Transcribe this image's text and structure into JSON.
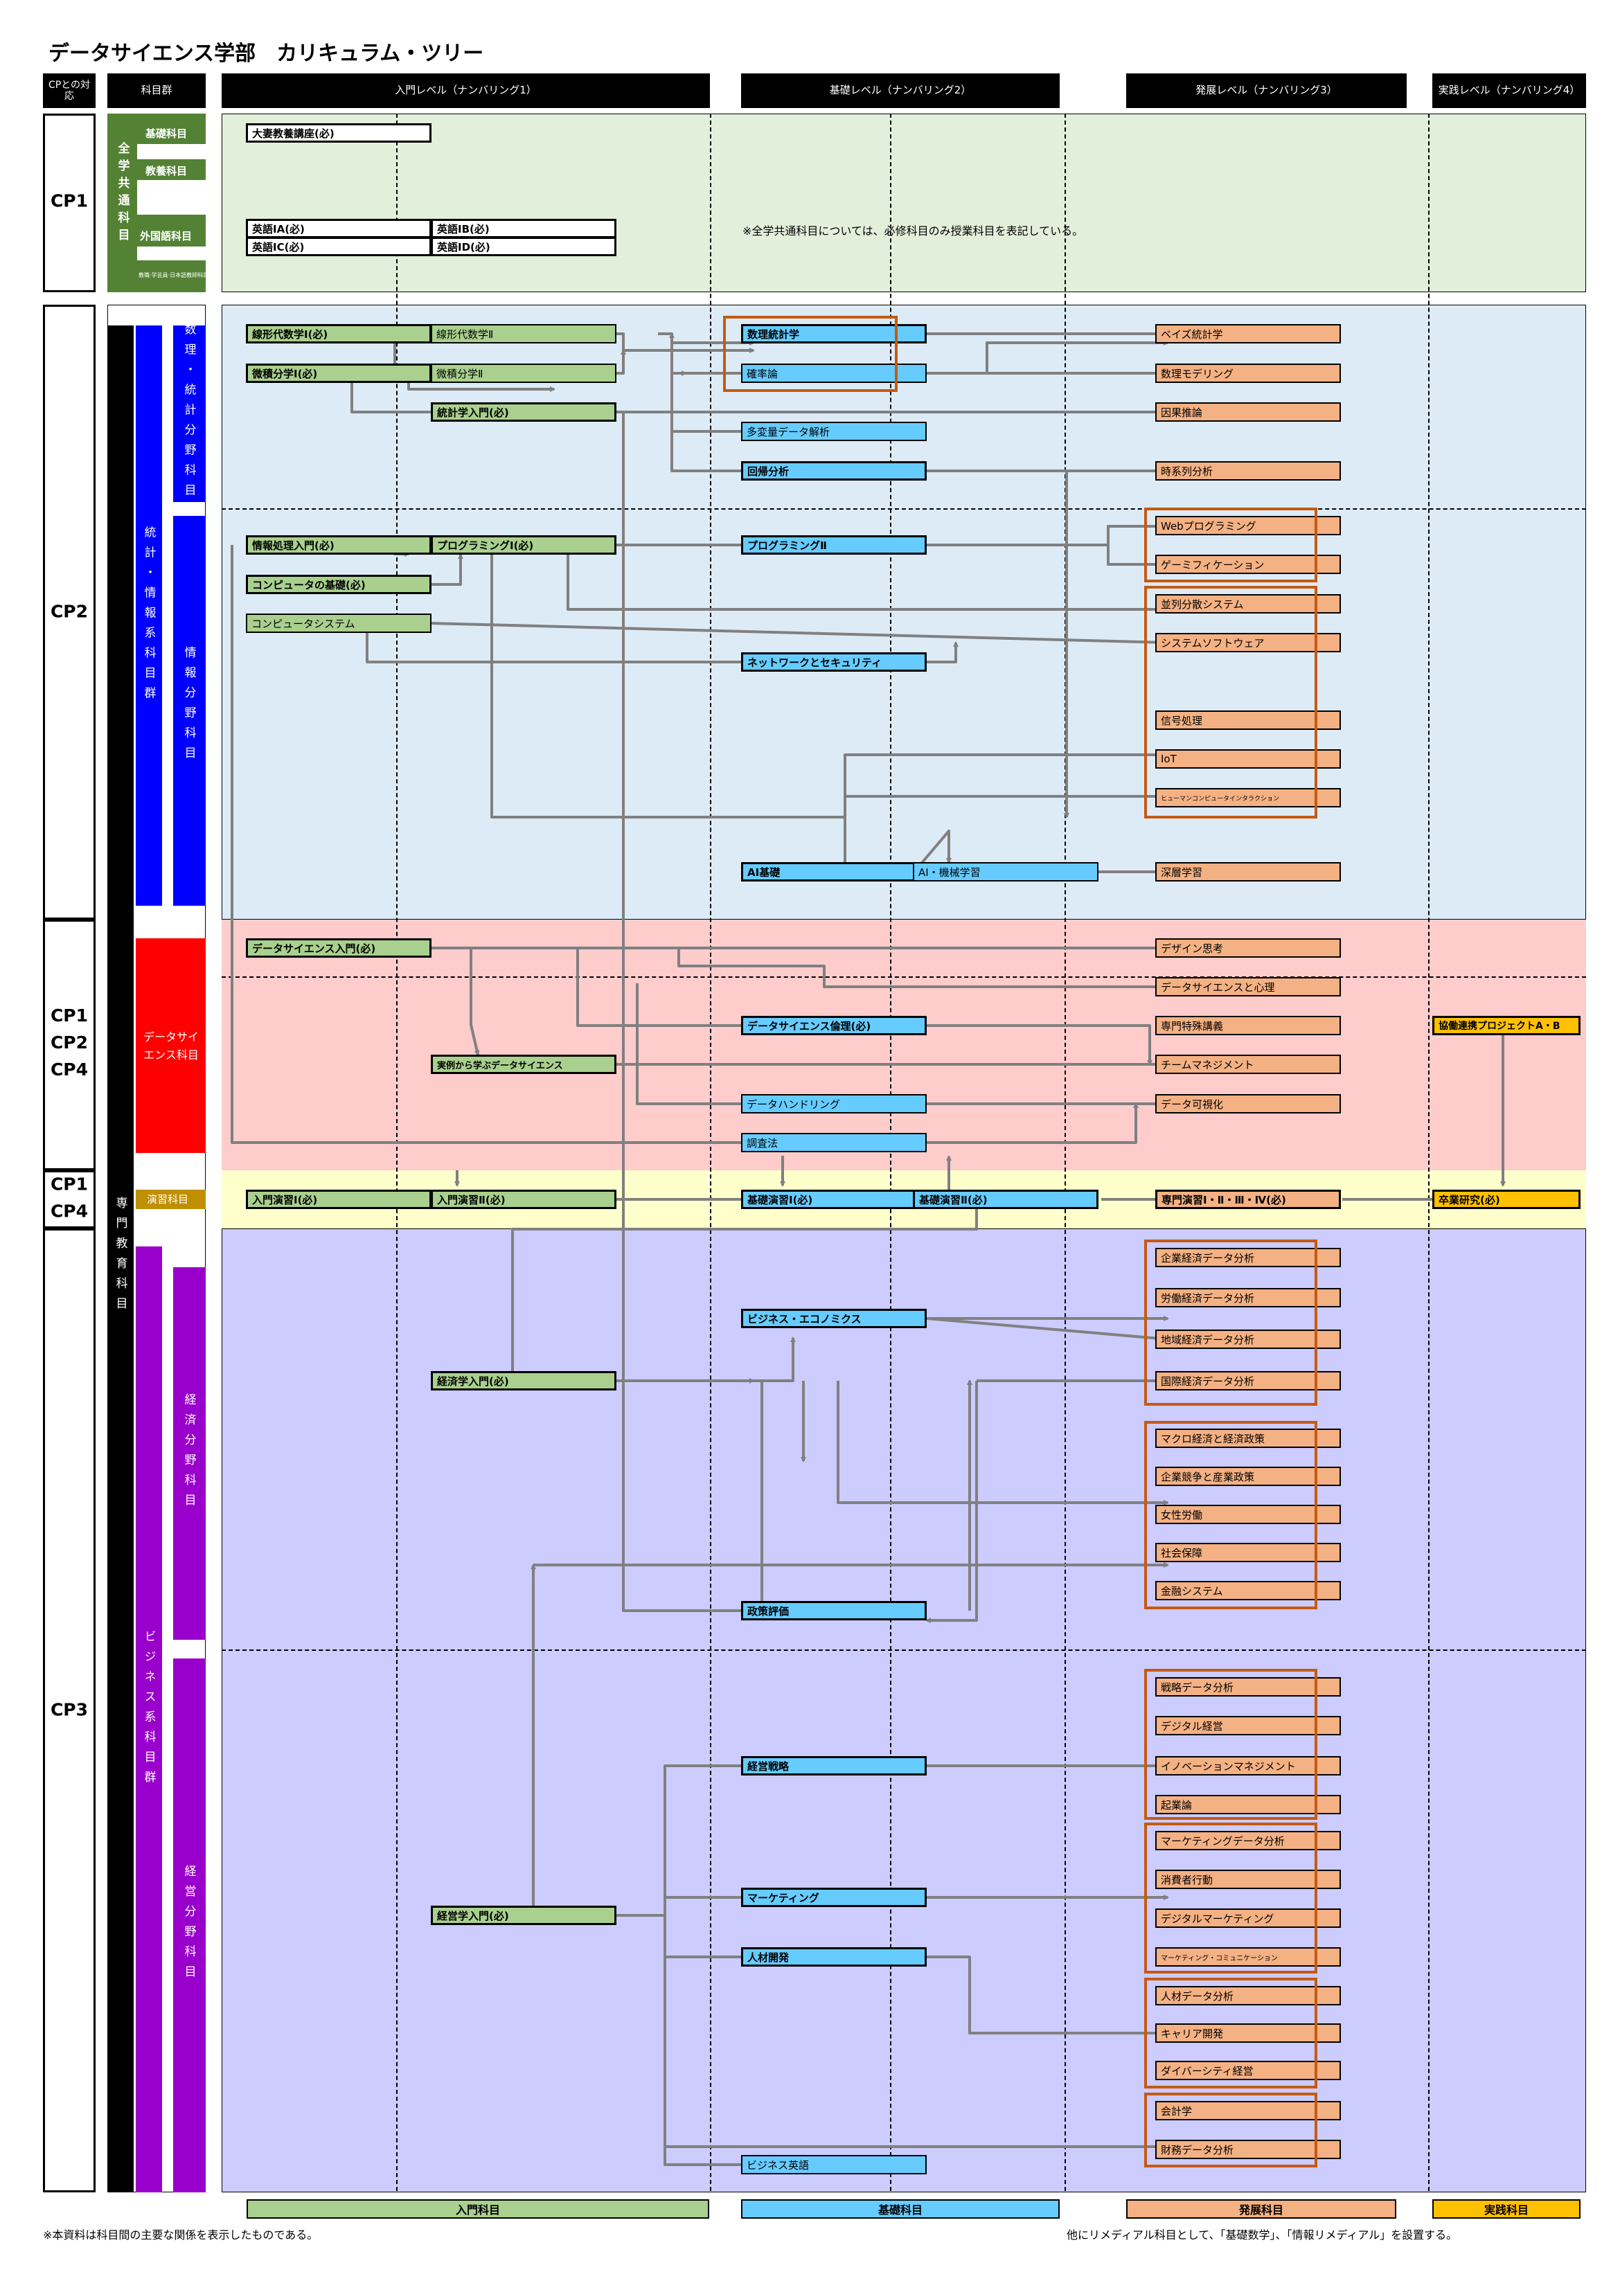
{
  "title": "データサイエンス学部　カリキュラム・ツリー",
  "headers": {
    "cp": "CPとの対応",
    "group": "科目群",
    "level1": "入門レベル（ナンバリング1）",
    "level2": "基礎レベル（ナンバリング2）",
    "level3": "発展レベル（ナンバリング3）",
    "level4": "実践レベル（ナンバリング4）"
  },
  "cp_labels": {
    "r1": "CP1",
    "r2": "CP2",
    "r3": [
      "CP1",
      "CP2",
      "CP4"
    ],
    "r4": [
      "CP1",
      "CP4"
    ],
    "r5": "CP3"
  },
  "groups": {
    "zengaku": "全学共通科目",
    "kiso": "基礎科目",
    "kyoyo": "教養科目",
    "gaikokugo": "外国語科目",
    "small": "教職·学芸員·日本語教師科目",
    "senmon": "専門教育科目",
    "tokei_johokei": "統計・情報系科目群",
    "suri": "数理・統計分野科目",
    "joho": "情報分野科目",
    "ds": "データサイエンス科目",
    "enshu": "演習科目",
    "business": "ビジネス系科目群",
    "keizai": "経済分野科目",
    "keiei": "経営分野科目"
  },
  "courses": {
    "taikyo": "大妻教養講座(必)",
    "eng1a": "英語ⅠA(必)",
    "eng1c": "英語ⅠC(必)",
    "eng1b": "英語ⅠB(必)",
    "eng1d": "英語ⅠD(必)",
    "senkei1": "線形代数学Ⅰ(必)",
    "bibun1": "微積分学Ⅰ(必)",
    "senkei2": "線形代数学Ⅱ",
    "bibun2": "微積分学Ⅱ",
    "tokei_nyumon": "統計学入門(必)",
    "suri_tokei": "数理統計学",
    "kakuritsu": "確率論",
    "tahenryo": "多変量データ解析",
    "kaiki": "回帰分析",
    "bayes": "ベイズ統計学",
    "suri_model": "数理モデリング",
    "inga": "因果推論",
    "jikeiretsu": "時系列分析",
    "joho_nyumon": "情報処理入門(必)",
    "comp_kiso": "コンピュータの基礎(必)",
    "comp_sys": "コンピュータシステム",
    "prog1": "プログラミングⅠ(必)",
    "prog2": "プログラミングⅡ",
    "network": "ネットワークとセキュリティ",
    "ai_kiso": "AI基礎",
    "ai_ml": "AI・機械学習",
    "web": "Webプログラミング",
    "gami": "ゲーミフィケーション",
    "heiretsu": "並列分散システム",
    "sys_soft": "システムソフトウェア",
    "shingo": "信号処理",
    "iot": "IoT",
    "hci": "ヒューマンコンピュータインタラクション",
    "shinso": "深層学習",
    "ds_nyumon": "データサイエンス入門(必)",
    "jitsurei": "実例から学ぶデータサイエンス",
    "ds_ronri": "データサイエンス倫理(必)",
    "data_handling": "データハンドリング",
    "chosa": "調査法",
    "design": "デザイン思考",
    "ds_shinri": "データサイエンスと心理",
    "senmon_tokubetsu": "専門特殊講義",
    "team": "チームマネジメント",
    "kashika": "データ可視化",
    "kyodo": "協働連携プロジェクトA・B",
    "nyumon_enshu1": "入門演習Ⅰ(必)",
    "nyumon_enshu2": "入門演習Ⅱ(必)",
    "kiso_enshu1": "基礎演習Ⅰ(必)",
    "kiso_enshu2": "基礎演習Ⅱ(必)",
    "senmon_enshu": "専門演習Ⅰ・Ⅱ・Ⅲ・Ⅳ(必)",
    "sotsugyo": "卒業研究(必)",
    "biz_econ": "ビジネス・エコノミクス",
    "keizai_nyumon": "経済学入門(必)",
    "seisaku": "政策評価",
    "kigyo_keizai": "企業経済データ分析",
    "rodo_keizai": "労働経済データ分析",
    "chiiki_keizai": "地域経済データ分析",
    "kokusai_keizai": "国際経済データ分析",
    "macro": "マクロ経済と経済政策",
    "kigyo_kyoso": "企業競争と産業政策",
    "josei_rodo": "女性労働",
    "shakai_hosho": "社会保障",
    "kinyu": "金融システム",
    "keiei_nyumon": "経営学入門(必)",
    "keiei_senryaku": "経営戦略",
    "marketing": "マーケティング",
    "jinzai": "人材開発",
    "biz_eigo": "ビジネス英語",
    "senryaku_data": "戦略データ分析",
    "digital_keiei": "デジタル経営",
    "innovation": "イノベーションマネジメント",
    "kigyo_ron": "起業論",
    "mkt_data": "マーケティングデータ分析",
    "shohisha": "消費者行動",
    "digital_mkt": "デジタルマーケティング",
    "mkt_comm": "マーケティング・コミュニケーション",
    "jinzai_data": "人材データ分析",
    "career": "キャリア開発",
    "diversity": "ダイバーシティ経営",
    "kaikei": "会計学",
    "zaimu": "財務データ分析"
  },
  "notes": {
    "zengaku_note": "※全学共通科目については、必修科目のみ授業科目を表記している。",
    "footer_left": "※本資料は科目間の主要な関係を表示したものである。",
    "footer_right": "他にリメディアル科目として、「基礎数学」、「情報リメディアル」を設置する。"
  },
  "legend": {
    "nyumon": "入門科目",
    "kiso": "基礎科目",
    "hatten": "発展科目",
    "jissen": "実践科目"
  },
  "colors": {
    "band_cp1": "#e2efda",
    "band_cp2": "#ddebf7",
    "band_ds": "#ffcccc",
    "band_enshu": "#ffffcc",
    "band_cp3": "#ccccff",
    "nyumon": "#a9d08e",
    "kiso": "#66ccff",
    "hatten": "#f4b183",
    "jissen": "#ffc000",
    "arrow": "#808080",
    "group_border": "#c55a11"
  }
}
